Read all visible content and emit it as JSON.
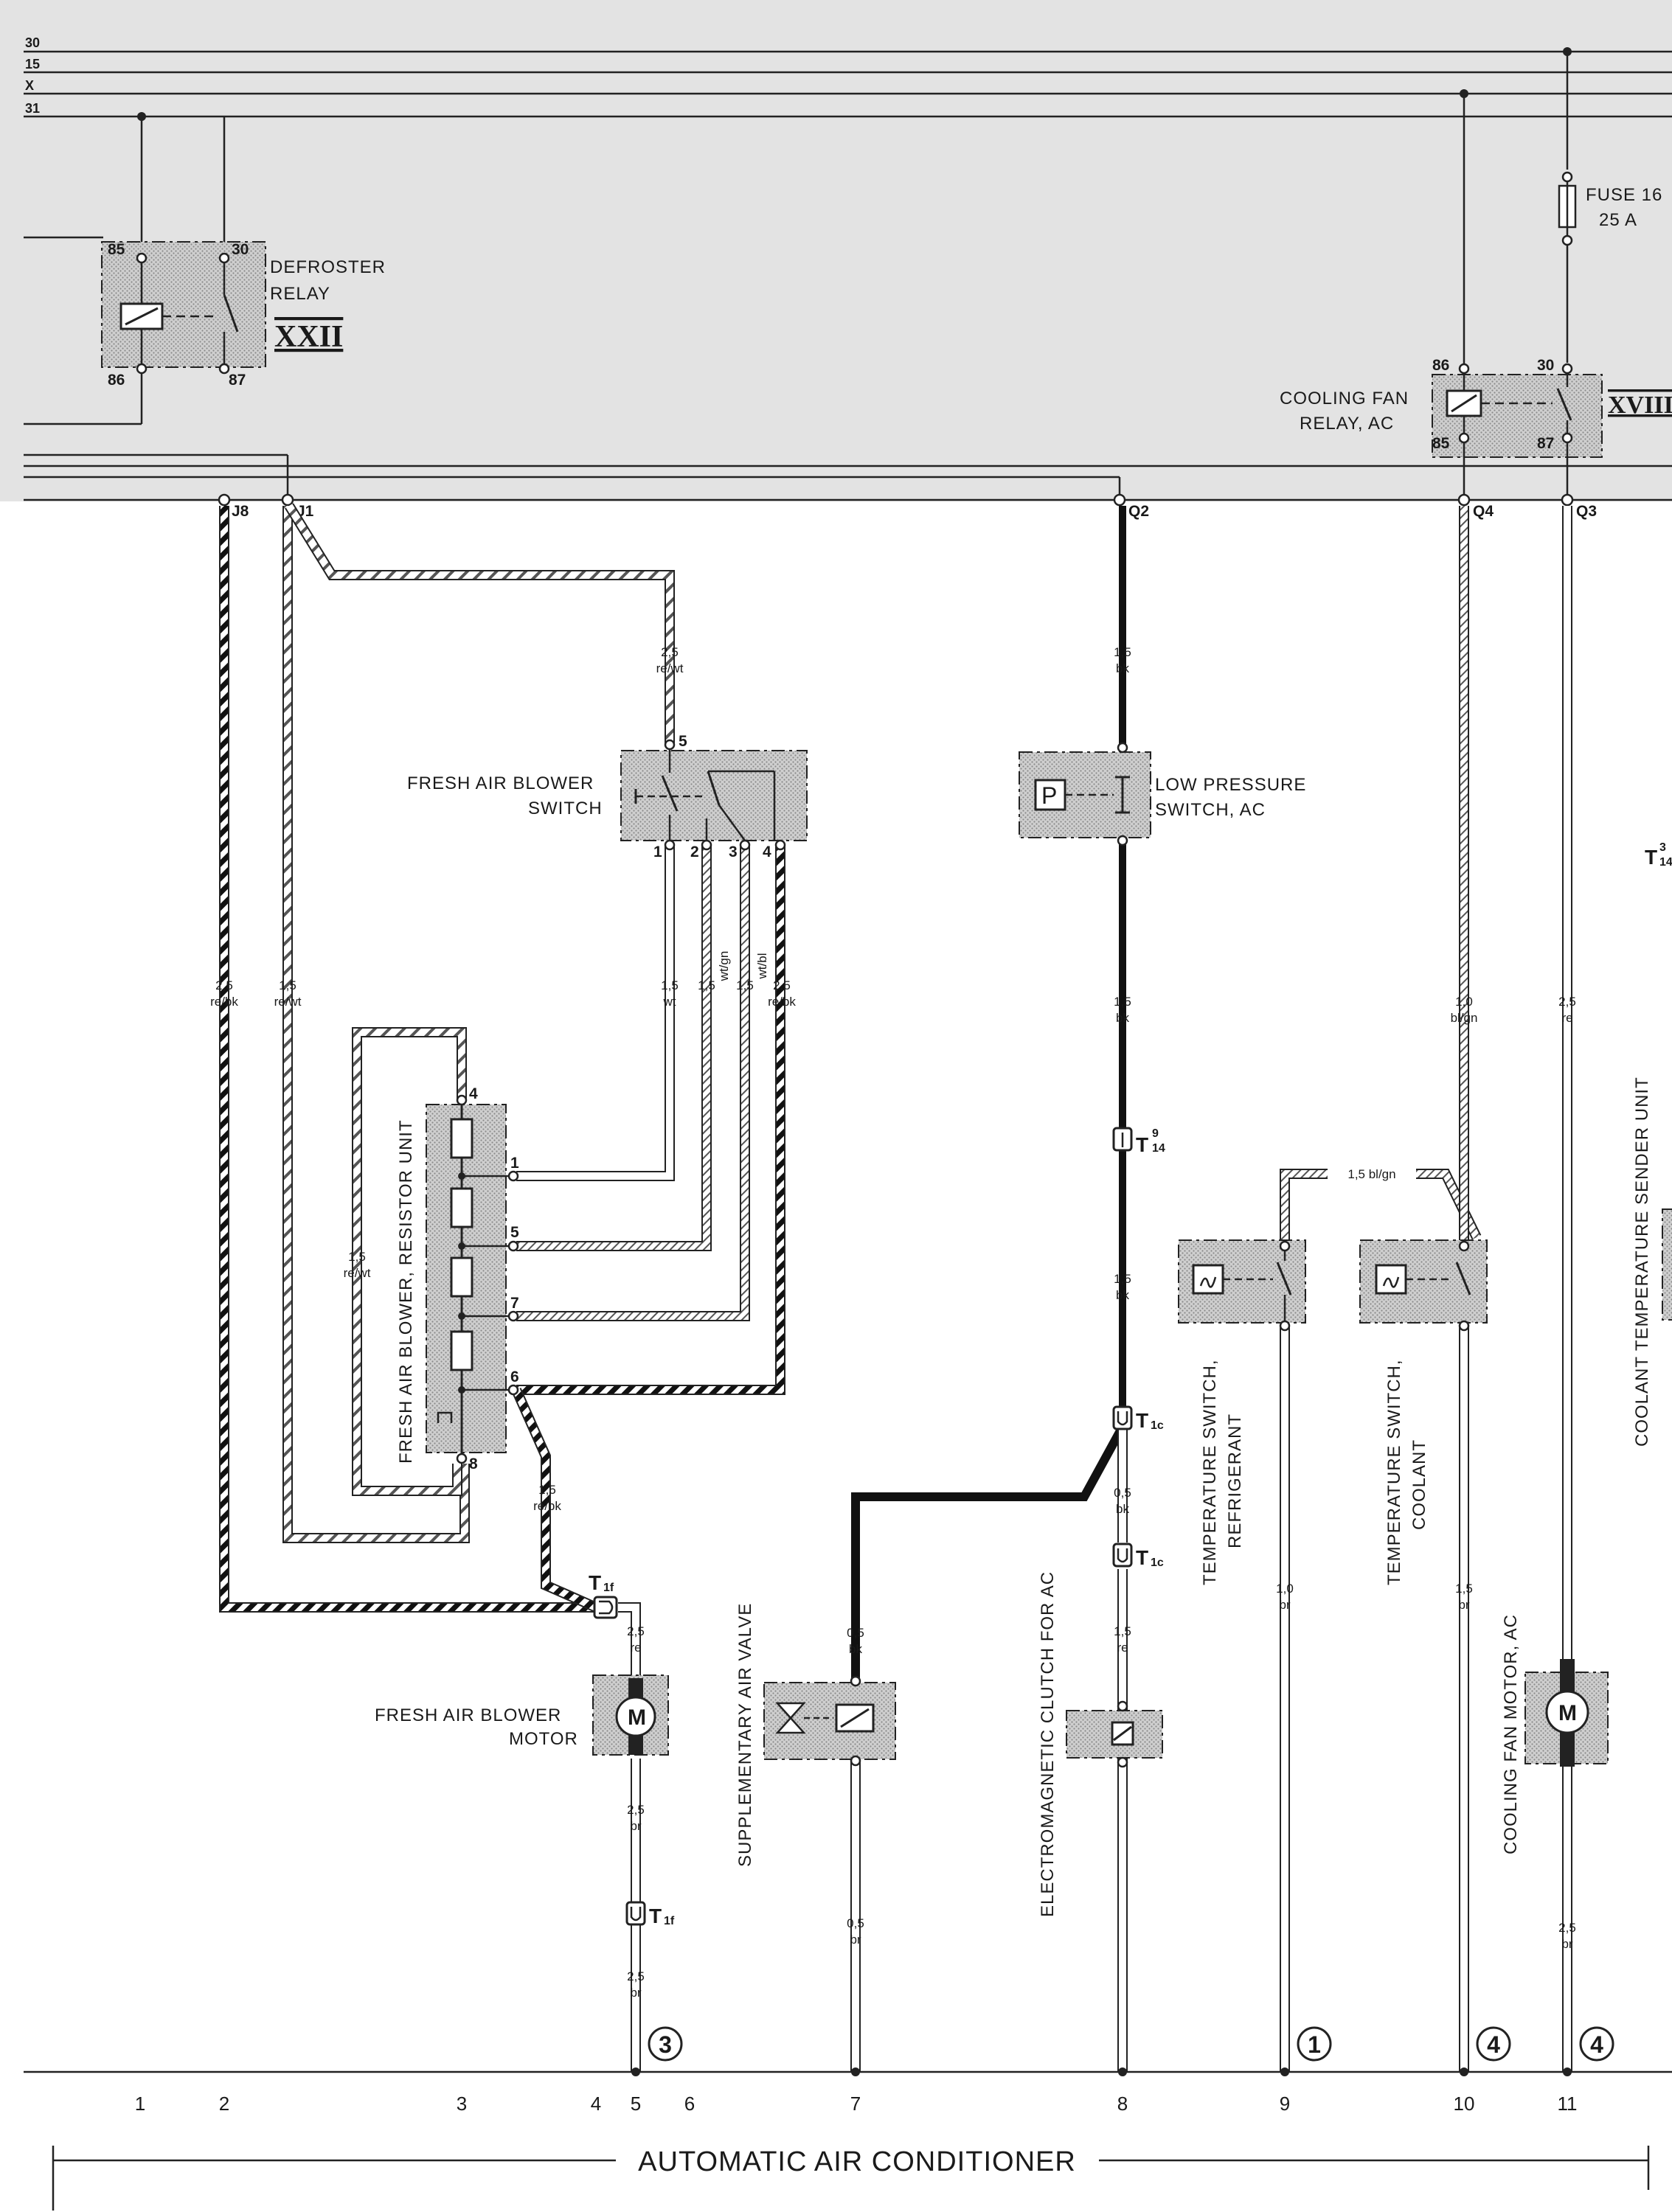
{
  "rails": [
    "30",
    "15",
    "X",
    "31"
  ],
  "title": "AUTOMATIC AIR CONDITIONER",
  "columns": [
    "1",
    "2",
    "3",
    "4",
    "5",
    "6",
    "7",
    "8",
    "9",
    "10",
    "11"
  ],
  "connectors": {
    "j8": "J8",
    "j1": "J1",
    "q2": "Q2",
    "q4": "Q4",
    "q3": "Q3"
  },
  "components": {
    "defroster_relay": {
      "label_1": "DEFROSTER",
      "label_2": "RELAY",
      "number": "XXII",
      "t85": "85",
      "t30": "30",
      "t86": "86",
      "t87": "87"
    },
    "fuse16": {
      "label_1": "FUSE 16",
      "label_2": "25 A"
    },
    "cooling_fan_relay": {
      "label_1": "COOLING FAN",
      "label_2": "RELAY, AC",
      "number": "XVIII",
      "t86": "86",
      "t30": "30",
      "t85": "85",
      "t87": "87"
    },
    "fresh_air_blower_switch": {
      "label_1": "FRESH AIR BLOWER",
      "label_2": "SWITCH",
      "t5": "5",
      "t1": "1",
      "t2": "2",
      "t3": "3",
      "t4": "4"
    },
    "low_pressure_switch": {
      "label_1": "LOW PRESSURE",
      "label_2": "SWITCH, AC",
      "symbol": "P"
    },
    "resistor_unit": {
      "label": "FRESH AIR BLOWER, RESISTOR UNIT",
      "t4": "4",
      "t1": "1",
      "t5": "5",
      "t7": "7",
      "t6": "6",
      "t8": "8"
    },
    "fresh_air_blower_motor": {
      "label_1": "FRESH AIR BLOWER",
      "label_2": "MOTOR",
      "symbol": "M"
    },
    "supplementary_air_valve": {
      "label": "SUPPLEMENTARY AIR VALVE"
    },
    "electromagnetic_clutch": {
      "label": "ELECTROMAGNETIC CLUTCH FOR AC"
    },
    "temp_switch_refrigerant": {
      "label_1": "TEMPERATURE SWITCH,",
      "label_2": "REFRIGERANT"
    },
    "temp_switch_coolant": {
      "label_1": "TEMPERATURE SWITCH,",
      "label_2": "COOLANT"
    },
    "cooling_fan_motor": {
      "label": "COOLING FAN MOTOR, AC",
      "symbol": "M"
    },
    "coolant_temp_sender": {
      "label": "COOLANT TEMPERATURE SENDER UNIT"
    }
  },
  "plugs": {
    "t14_9": {
      "main": "T",
      "sup": "9",
      "sub": "14"
    },
    "t1c_a": {
      "main": "T",
      "sub": "1c"
    },
    "t1c_b": {
      "main": "T",
      "sub": "1c"
    },
    "t1f_a": {
      "main": "T",
      "sub": "1f"
    },
    "t1f_b": {
      "main": "T",
      "sub": "1f"
    },
    "t14_3": {
      "main": "T",
      "sup": "3",
      "sub": "14"
    }
  },
  "wires": {
    "j1_sw_size": "2,5",
    "j1_sw_color": "re/wt",
    "j8_size": "2,5",
    "j8_color": "re/bk",
    "j1_size": "1,5",
    "j1_color": "re/wt",
    "sw1_size": "1,5",
    "sw1_color": "wt",
    "sw2_size": "1,5",
    "sw2_color": "wt/gn",
    "sw3_size": "1,5",
    "sw3_color": "wt/bl",
    "sw4_size": "2,5",
    "sw4_color": "re/bk",
    "loop_size": "1,5",
    "loop_color": "re/wt",
    "r6_size": "1,5",
    "r6_color": "re/bk",
    "motor_in_size": "2,5",
    "motor_in_color": "re",
    "motor_out_size": "2,5",
    "motor_out_color": "br",
    "motor_gnd_size": "2,5",
    "motor_gnd_color": "br",
    "q2a_size": "1,5",
    "q2a_color": "bk",
    "q2b_size": "1,5",
    "q2b_color": "bk",
    "q2c_size": "1,5",
    "q2c_color": "bk",
    "clutch_a_size": "0,5",
    "clutch_a_color": "bk",
    "clutch_b_size": "1,5",
    "clutch_b_color": "re",
    "valve_in_size": "0,5",
    "valve_in_color": "bk",
    "valve_out_size": "0,5",
    "valve_out_color": "br",
    "ts_link": "1,5 bl/gn",
    "q4_size": "1,0",
    "q4_color": "bl/gn",
    "tsr_size": "1,0",
    "tsr_color": "br",
    "tsc_size": "1,5",
    "tsc_color": "br",
    "q3_size": "2,5",
    "q3_color": "re",
    "fan_gnd_size": "2,5",
    "fan_gnd_color": "br"
  },
  "ground_refs": {
    "g3": "3",
    "g1": "1",
    "g4a": "4",
    "g4b": "4"
  }
}
